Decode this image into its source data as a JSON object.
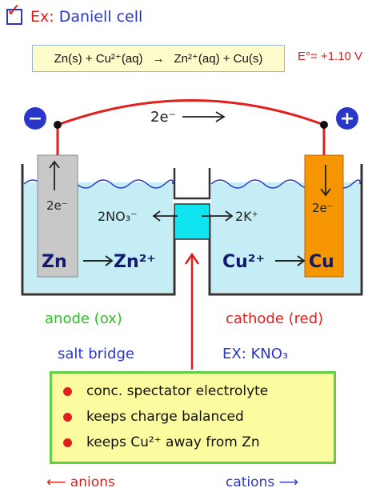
{
  "header": {
    "prefix": "Ex:",
    "title": "Daniell cell"
  },
  "equation": {
    "reactants": "Zn(s) + Cu²⁺(aq)",
    "arrow": "→",
    "products": "Zn²⁺(aq) + Cu(s)",
    "eo": "E°= +1.10 V"
  },
  "circuit": {
    "minus": "−",
    "plus": "+",
    "electrons": "2e⁻"
  },
  "anode": {
    "electrode_electrons": "2e⁻",
    "metal": "Zn",
    "ion": "Zn²⁺",
    "anions": "2NO₃⁻",
    "label": "anode (ox)"
  },
  "cathode": {
    "electrode_electrons": "2e⁻",
    "metal": "Cu",
    "ion": "Cu²⁺",
    "cations": "2K⁺",
    "label": "cathode (red)"
  },
  "bridge": {
    "label": "salt bridge",
    "example": "EX: KNO₃"
  },
  "notes": [
    "conc. spectator electrolyte",
    "keeps charge balanced",
    "keeps Cu²⁺ away from Zn"
  ],
  "flow": {
    "anions": "⟵ anions",
    "cations": "cations ⟶"
  },
  "colors": {
    "blue": "#2a36c8",
    "red": "#e0201c",
    "green": "#2fbf2a",
    "solution": "#c5edf5",
    "bridge": "#10e4f0",
    "zinc": "#c8c8c8",
    "copper": "#f59500",
    "note_bg": "#fbfca0"
  }
}
